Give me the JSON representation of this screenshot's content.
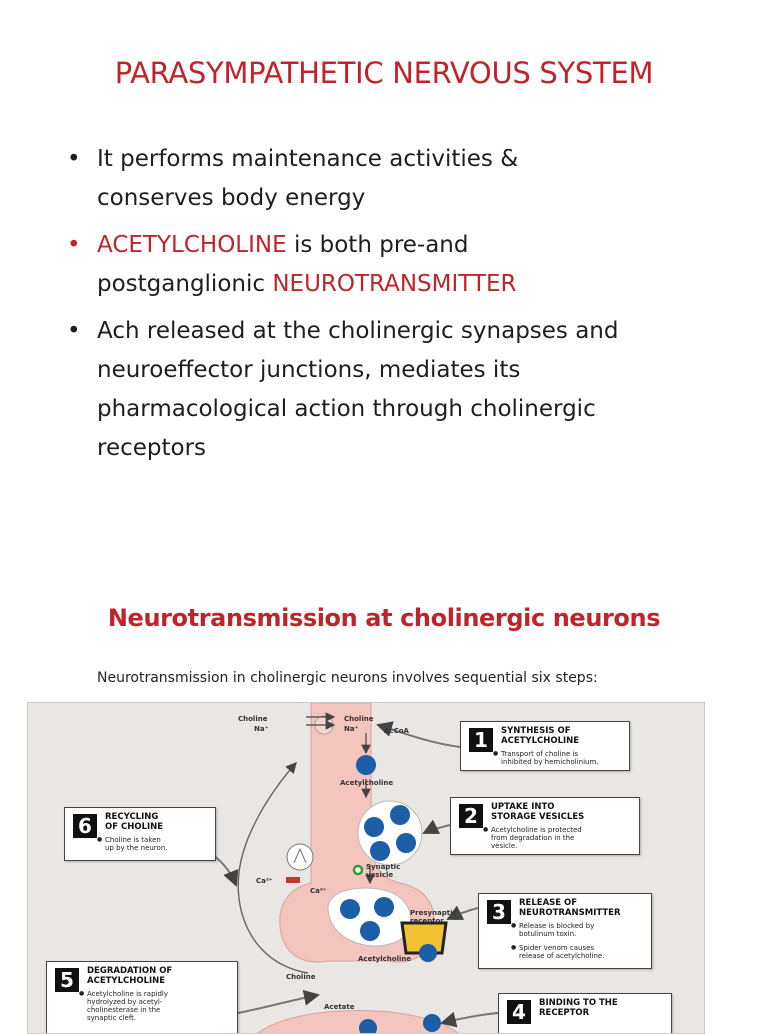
{
  "title": "PARASYMPATHETIC NERVOUS SYSTEM",
  "bullets": [
    {
      "line1": "It performs maintenance activities &",
      "line2": "conserves body energy"
    },
    {
      "red1": "ACETYLCHOLINE",
      "rest1": " is both pre-and",
      "line2a": "postganglionic ",
      "red2": "NEUROTRANSMITTER"
    },
    {
      "line1": "Ach released at the cholinergic synapses and",
      "line2": "neuroeffector junctions, mediates its",
      "line3": "pharmacological action through cholinergic",
      "line4": "receptors"
    }
  ],
  "bullet_glyph": "•",
  "section_title": "Neurotransmission at cholinergic neurons",
  "intro": "Neurotransmission in cholinergic neurons involves sequential six steps:",
  "figure": {
    "labels": {
      "choline_left": "Choline",
      "na_left": "Na⁺",
      "choline_right": "Choline",
      "na_right": "Na⁺",
      "acco": "AcCoA",
      "acetylcholine_top": "Acetylcholine",
      "ca_left": "Ca²⁺",
      "ca_right": "Ca²⁺",
      "synaptic_vesicle": "Synaptic vesicle",
      "presynaptic_receptor": "Presynaptic receptor",
      "acetylcholine_cleft": "Acetylcholine",
      "choline_bottom": "Choline",
      "acetate": "Acetate"
    },
    "steps": [
      {
        "num": "1",
        "head1": "SYNTHESIS OF",
        "head2": "ACETYLCHOLINE",
        "notes": [
          "Transport of choline is",
          "inhibited by hemicholinium."
        ]
      },
      {
        "num": "2",
        "head1": "UPTAKE INTO",
        "head2": "STORAGE VESICLES",
        "notes": [
          "Acetylcholine is protected",
          "from degradation in the",
          "vesicle."
        ]
      },
      {
        "num": "3",
        "head1": "RELEASE OF",
        "head2": "NEUROTRANSMITTER",
        "notes": [
          "Release is blocked by",
          "botulinum toxin.",
          "Spider venom causes",
          "release of acetylcholine."
        ]
      },
      {
        "num": "4",
        "head1": "BINDING TO THE",
        "head2": "RECEPTOR",
        "notes": []
      },
      {
        "num": "5",
        "head1": "DEGRADATION OF",
        "head2": "ACETYLCHOLINE",
        "notes": [
          "Acetylcholine is rapidly",
          "hydrolyzed by acetyl-",
          "cholinesterase in the",
          "synaptic cleft."
        ]
      },
      {
        "num": "6",
        "head1": "RECYCLING",
        "head2": "OF CHOLINE",
        "notes": [
          "Choline is taken",
          "up by the neuron."
        ]
      }
    ]
  },
  "colors": {
    "accent_red": "#c0242a",
    "neuron_pink": "#f4c4bf",
    "vesicle_blue": "#1a5fa8",
    "figure_bg": "#e9e6e3"
  }
}
